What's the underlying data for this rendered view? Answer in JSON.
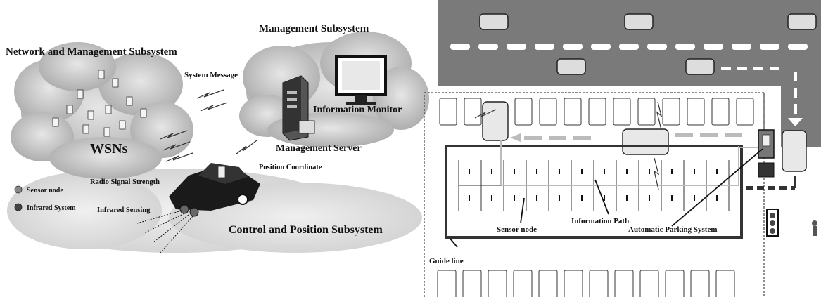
{
  "left_panel": {
    "title_network": "Network and Management Subsystem",
    "title_management": "Management Subsystem",
    "label_system_message": "System Message",
    "label_information_monitor": "Information Monitor",
    "label_wsns": "WSNs",
    "label_management_server": "Management Server",
    "label_position_coordinate": "Position Coordinate",
    "label_radio_signal": "Radio Signal Strength",
    "legend_sensor": "Sensor node",
    "legend_infrared": "Infrared System",
    "label_infrared_sensing": "Infrared Sensing",
    "title_control": "Control and Position Subsystem"
  },
  "right_panel": {
    "label_information_path": "Information Path",
    "label_sensor_node": "Sensor node",
    "label_automatic_parking": "Automatic Parking System",
    "label_guide_line": "Guide line"
  },
  "colors": {
    "road": "#7a7a7a",
    "cloud": "#bdbdbd",
    "line": "#222222"
  }
}
